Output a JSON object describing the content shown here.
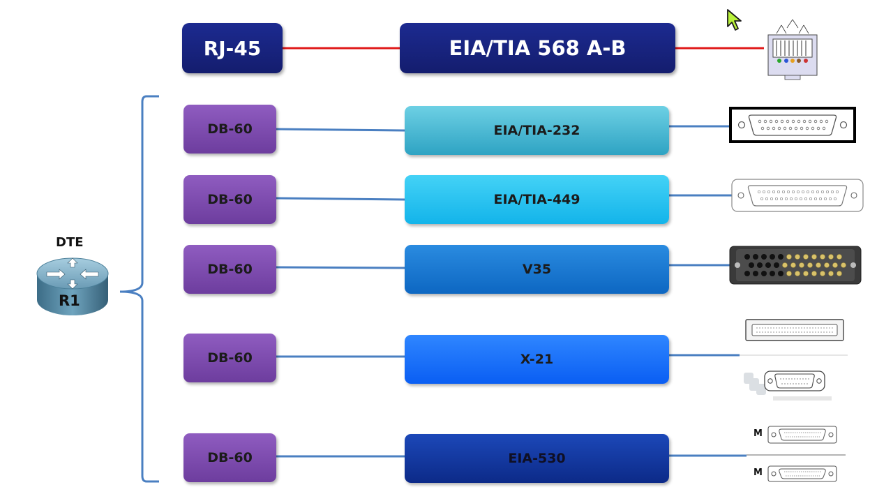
{
  "header": {
    "rj45_label": "RJ-45",
    "standard_label": "EIA/TIA 568 A-B"
  },
  "dte": {
    "label": "DTE",
    "router_name": "R1"
  },
  "rows": [
    {
      "connector": "DB-60",
      "standard": "EIA/TIA-232"
    },
    {
      "connector": "DB-60",
      "standard": "EIA/TIA-449"
    },
    {
      "connector": "DB-60",
      "standard": "V35"
    },
    {
      "connector": "DB-60",
      "standard": "X-21"
    },
    {
      "connector": "DB-60",
      "standard": "EIA-530"
    }
  ],
  "eia530_connectors": {
    "top_gender": "M",
    "bottom_gender": "M"
  },
  "colors": {
    "header_box": "#1a268a",
    "header_line": "#e01b1b",
    "db60_box": "#7e4db0",
    "row_line": "#4a7fc1",
    "eia232": "#45bbd6",
    "eia449": "#22c3f0",
    "v35": "#1a79d2",
    "x21": "#1572fa",
    "eia530": "#1438a0"
  }
}
